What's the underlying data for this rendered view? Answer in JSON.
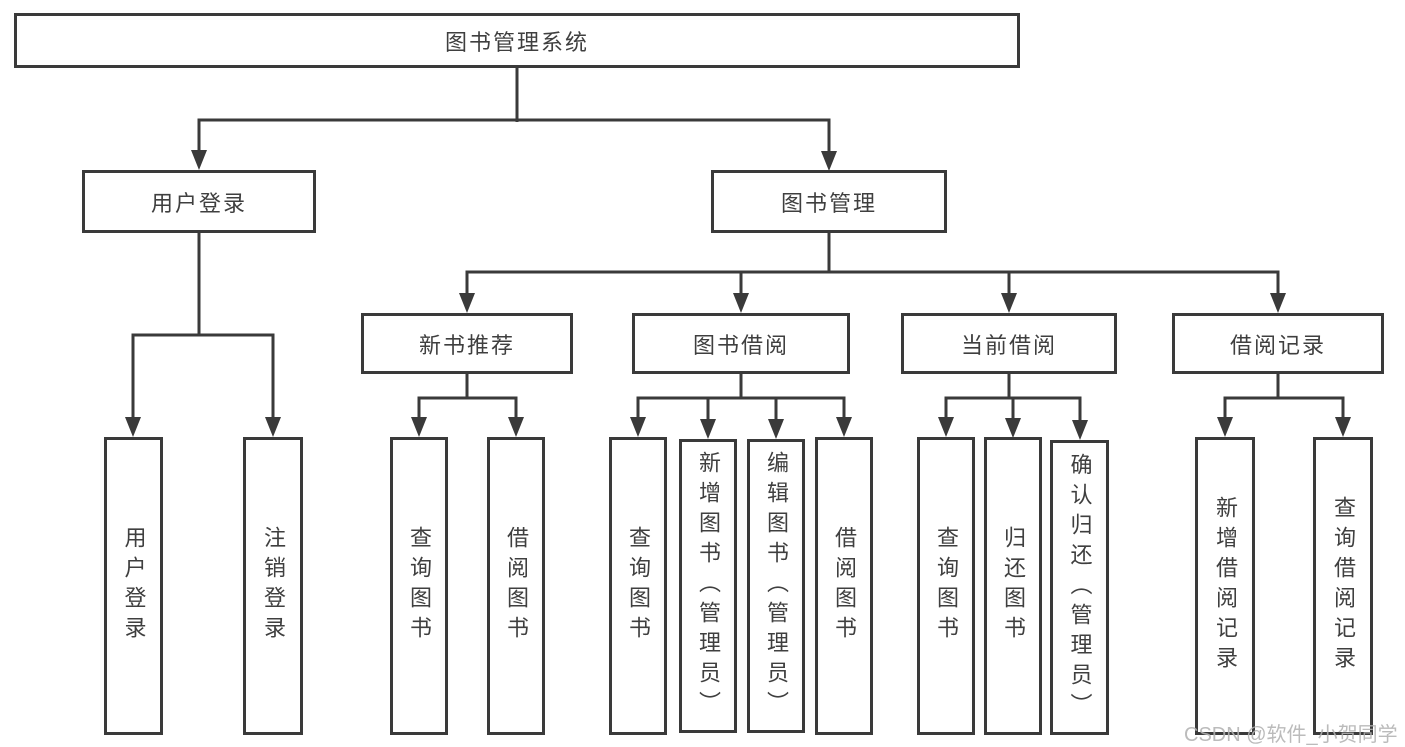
{
  "diagram": {
    "root": {
      "label": "图书管理系统",
      "children": [
        {
          "label": "用户登录",
          "children": [
            {
              "label": "用户登录"
            },
            {
              "label": "注销登录"
            }
          ]
        },
        {
          "label": "图书管理",
          "children": [
            {
              "label": "新书推荐",
              "children": [
                {
                  "label": "查询图书"
                },
                {
                  "label": "借阅图书"
                }
              ]
            },
            {
              "label": "图书借阅",
              "children": [
                {
                  "label": "查询图书"
                },
                {
                  "label": "新增图书（管理员）"
                },
                {
                  "label": "编辑图书（管理员）"
                },
                {
                  "label": "借阅图书"
                }
              ]
            },
            {
              "label": "当前借阅",
              "children": [
                {
                  "label": "查询图书"
                },
                {
                  "label": "归还图书"
                },
                {
                  "label": "确认归还（管理员）"
                }
              ]
            },
            {
              "label": "借阅记录",
              "children": [
                {
                  "label": "新增借阅记录"
                },
                {
                  "label": "查询借阅记录"
                }
              ]
            }
          ]
        }
      ]
    }
  },
  "watermark": {
    "text": "CSDN @软件_小贺同学"
  },
  "colors": {
    "line": "#3a3a3a",
    "text": "#3f3f3f",
    "background": "#ffffff",
    "watermark": "#b2b2b2"
  }
}
